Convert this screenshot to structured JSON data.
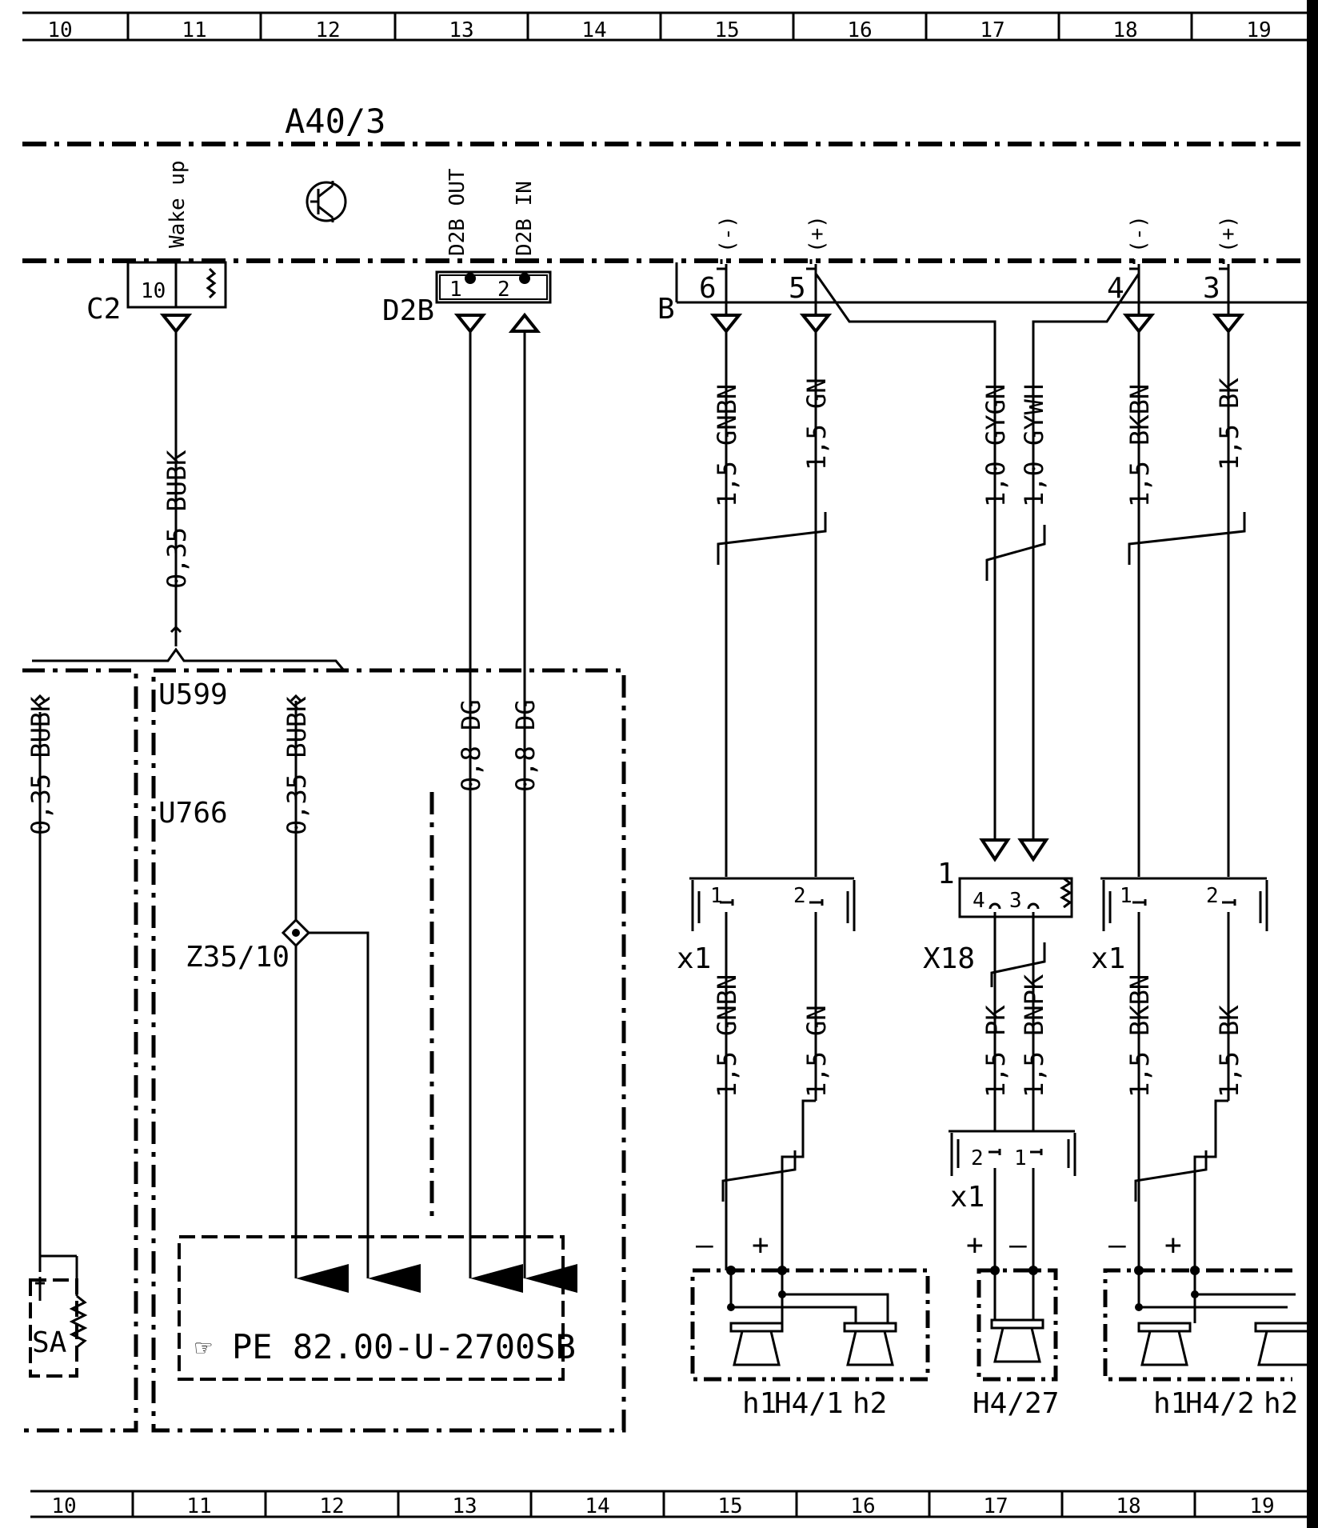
{
  "grid": {
    "top": [
      "10",
      "11",
      "12",
      "13",
      "14",
      "15",
      "16",
      "17",
      "18",
      "19"
    ],
    "bottom": [
      "10",
      "11",
      "12",
      "13",
      "14",
      "15",
      "16",
      "17",
      "18",
      "19"
    ]
  },
  "module": {
    "name": "A40/3"
  },
  "connectors": {
    "c2": {
      "name": "C2",
      "pin": "10",
      "signal": "Wake up"
    },
    "d2b": {
      "name": "D2B",
      "pin1": "1",
      "pin2": "2",
      "sig_out": "D2B OUT",
      "sig_in": "D2B IN"
    },
    "b": {
      "name": "B",
      "pins": [
        "6",
        "5",
        "4",
        "3"
      ],
      "signals": [
        "(-)",
        "(+)",
        "(-)",
        "(+)"
      ]
    }
  },
  "wires": {
    "c2_wire": "0,35 BUBK",
    "left_edge": "0,35 BUBK",
    "u599_wire": "0,35 BUBK",
    "dg1": "0,8 DG",
    "dg2": "0,8 DG",
    "b6_top": "1,5 GNBN",
    "b5_top": "1,5 GN",
    "gygn": "1,0 GYGN",
    "gywh": "1,0 GYWH",
    "b4_top": "1,5 BKBN",
    "b3_top": "1,5 BK",
    "b6_bot": "1,5 GNBN",
    "b5_bot": "1,5 GN",
    "pk": "1,5 PK",
    "bnpk": "1,5 BNPK",
    "b4_bot": "1,5 BKBN",
    "b3_bot": "1,5 BK"
  },
  "blocks": {
    "u599": "U599",
    "u766": "U766",
    "splice": "Z35/10",
    "ref": "PE 82.00-U-2700SB",
    "sa": "SA"
  },
  "x_connectors": {
    "x1_left": {
      "name": "x1",
      "pin1": "1",
      "pin2": "2"
    },
    "x18": {
      "name": "X18",
      "num": "1",
      "pin4": "4",
      "pin3": "3"
    },
    "x1_right": {
      "name": "x1",
      "pin1": "1",
      "pin2": "2"
    },
    "x1_mid": {
      "name": "x1",
      "pin2": "2",
      "pin1": "1"
    }
  },
  "speakers": {
    "h41": {
      "name": "H4/1",
      "h1": "h1",
      "h2": "h2",
      "minus": "–",
      "plus": "+"
    },
    "h427": {
      "name": "H4/27",
      "minus": "–",
      "plus": "+"
    },
    "h42": {
      "name": "H4/2",
      "h1": "h1",
      "h2": "h2",
      "minus": "–",
      "plus": "+"
    }
  }
}
